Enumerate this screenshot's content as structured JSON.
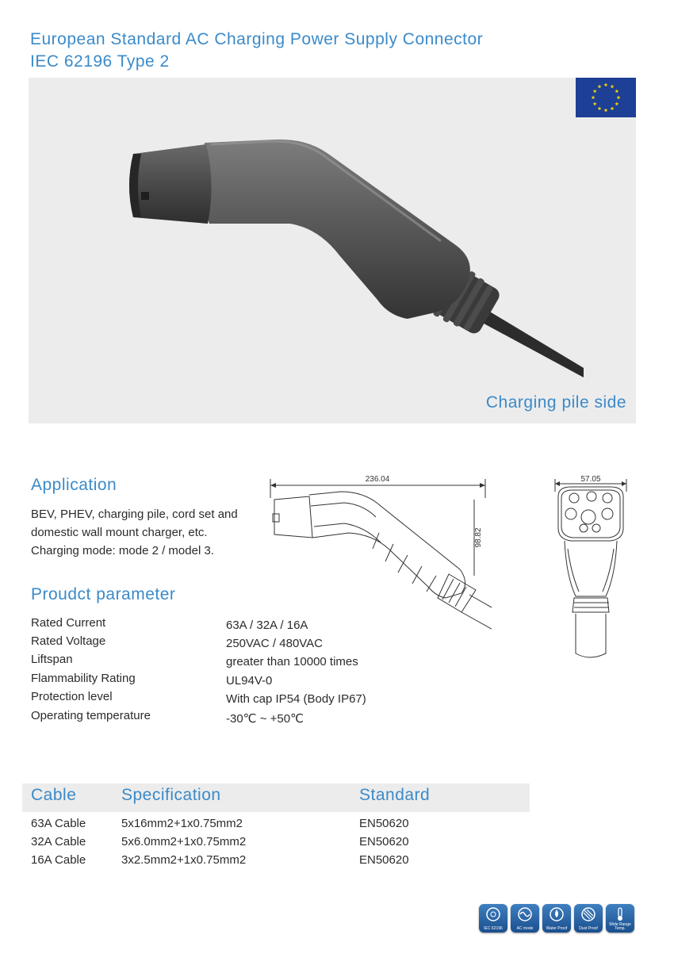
{
  "header": {
    "title_line1": "European Standard AC Charging Power Supply Connector",
    "title_line2": "IEC 62196 Type 2"
  },
  "hero": {
    "caption": "Charging pile side",
    "flag_icon": "eu-flag-icon"
  },
  "drawing": {
    "length_dim": "236.04",
    "height_dim": "98.82",
    "width_dim": "57.05"
  },
  "application": {
    "heading": "Application",
    "lines": [
      "BEV, PHEV, charging pile, cord set and",
      "domestic wall mount charger, etc.",
      "Charging mode: mode 2 / model 3."
    ]
  },
  "parameters": {
    "heading": "Proudct parameter",
    "rows": [
      {
        "label": "Rated Current",
        "value": "63A / 32A / 16A"
      },
      {
        "label": "Rated Voltage",
        "value": "250VAC / 480VAC"
      },
      {
        "label": "Liftspan",
        "value": "greater than 10000 times"
      },
      {
        "label": "Flammability Rating",
        "value": "UL94V-0"
      },
      {
        "label": "Protection level",
        "value": "With cap IP54 (Body IP67)"
      },
      {
        "label": "Operating temperature",
        "value": "-30℃  ~ +50℃"
      }
    ]
  },
  "cable": {
    "headers": {
      "cable": "Cable",
      "spec": "Specification",
      "standard": "Standard"
    },
    "rows": [
      {
        "cable": "63A Cable",
        "spec": "5x16mm2+1x0.75mm2",
        "standard": "EN50620"
      },
      {
        "cable": "32A Cable",
        "spec": "5x6.0mm2+1x0.75mm2",
        "standard": "EN50620"
      },
      {
        "cable": "16A Cable",
        "spec": "3x2.5mm2+1x0.75mm2",
        "standard": "EN50620"
      }
    ]
  },
  "badges": [
    {
      "icon": "iec-62196-icon",
      "label": "IEC 62196"
    },
    {
      "icon": "ac-mode-icon",
      "label": "AC mode"
    },
    {
      "icon": "water-drop-icon",
      "label": "Water Proof"
    },
    {
      "icon": "dust-icon",
      "label": "Dust Proof"
    },
    {
      "icon": "thermometer-icon",
      "label": "Wide Range Temp."
    }
  ],
  "colors": {
    "accent": "#3b8ac9",
    "panel": "#ececec",
    "flag_blue": "#1d3f95",
    "flag_star": "#f5d90a"
  }
}
